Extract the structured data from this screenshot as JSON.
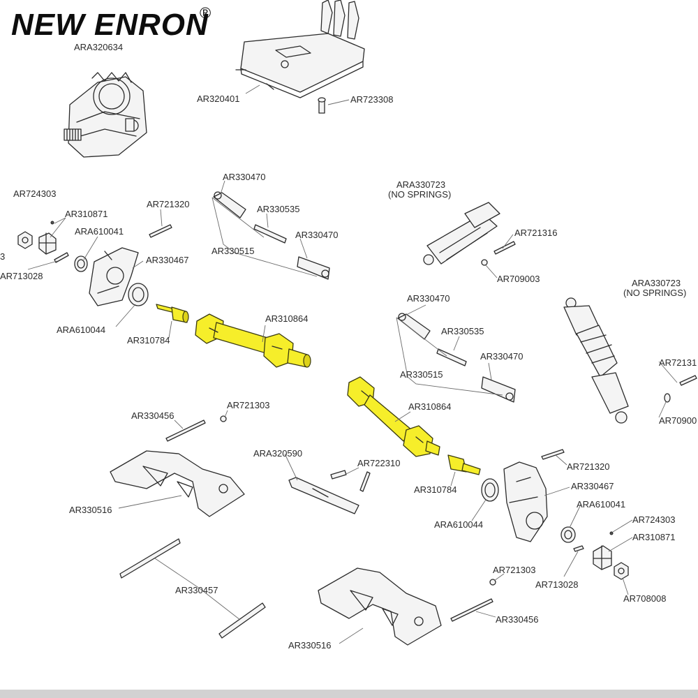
{
  "brand": {
    "name": "NEW ENRON",
    "registered_mark": "®"
  },
  "labels": [
    "ARA320634",
    "AR320401",
    "AR723308",
    "AR330470",
    "AR724303",
    "AR310871",
    "AR721320",
    "AR330535",
    "ARA610041",
    "AR330470",
    "AR330515",
    "AR330467",
    "AR713028",
    "3",
    "ARA330723",
    "(NO SPRINGS)",
    "AR721316",
    "AR709003",
    "ARA330723",
    "(NO SPRINGS)",
    "AR72131",
    "AR70900",
    "AR310864",
    "ARA610044",
    "AR310784",
    "AR330470",
    "AR330535",
    "AR330470",
    "AR330515",
    "AR330456",
    "AR721303",
    "ARA320590",
    "AR722310",
    "AR310864",
    "AR310784",
    "AR721320",
    "AR330467",
    "AR330516",
    "ARA610044",
    "ARA610041",
    "AR724303",
    "AR310871",
    "AR721303",
    "AR713028",
    "AR708008",
    "AR330457",
    "AR330456",
    "AR330516"
  ],
  "highlight_color": "#f6ee2a"
}
